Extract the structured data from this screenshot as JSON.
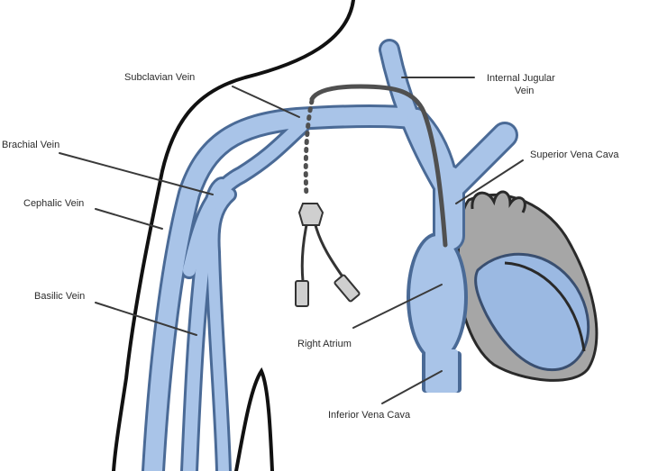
{
  "labels": {
    "subclavian": "Subclavian Vein",
    "internal_jugular_1": "Internal Jugular",
    "internal_jugular_2": "Vein",
    "brachial": "Brachial Vein",
    "superior_vena_cava": "Superior Vena Cava",
    "cephalic": "Cephalic Vein",
    "basilic": "Basilic Vein",
    "right_atrium": "Right Atrium",
    "inferior_vena_cava": "Inferior Vena Cava"
  },
  "colors": {
    "vein_fill": "#a9c4e8",
    "vein_edge": "#4a6a96",
    "heart_fill": "#a6a6a6",
    "outline": "#111111",
    "catheter": "#505050"
  }
}
